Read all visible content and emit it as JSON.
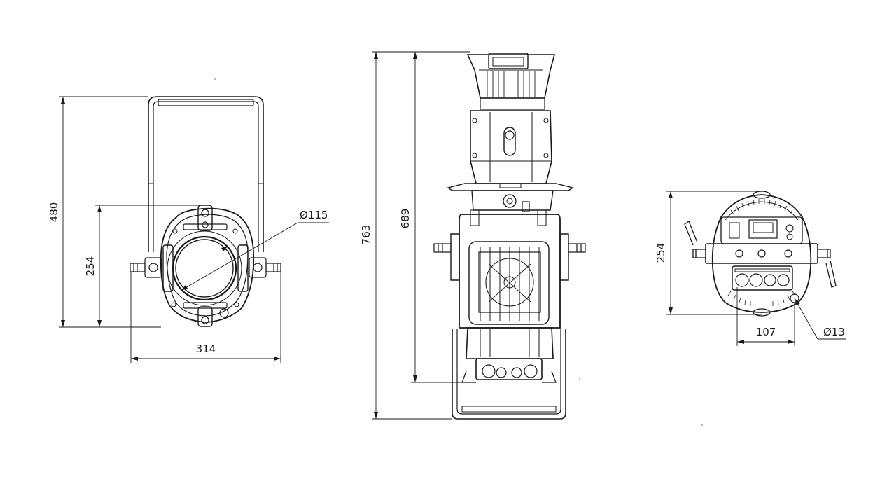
{
  "views": {
    "front": {
      "dims": {
        "height_total": "480",
        "height_lens": "254",
        "width": "314",
        "lens_diameter": "Ø115"
      }
    },
    "side": {
      "dims": {
        "height_total": "763",
        "height_body": "689"
      }
    },
    "rear": {
      "dims": {
        "height": "254",
        "hole_spacing": "107",
        "hole_diameter": "Ø13"
      }
    }
  },
  "colors": {
    "line": "#1a1a1a",
    "background": "#ffffff"
  }
}
